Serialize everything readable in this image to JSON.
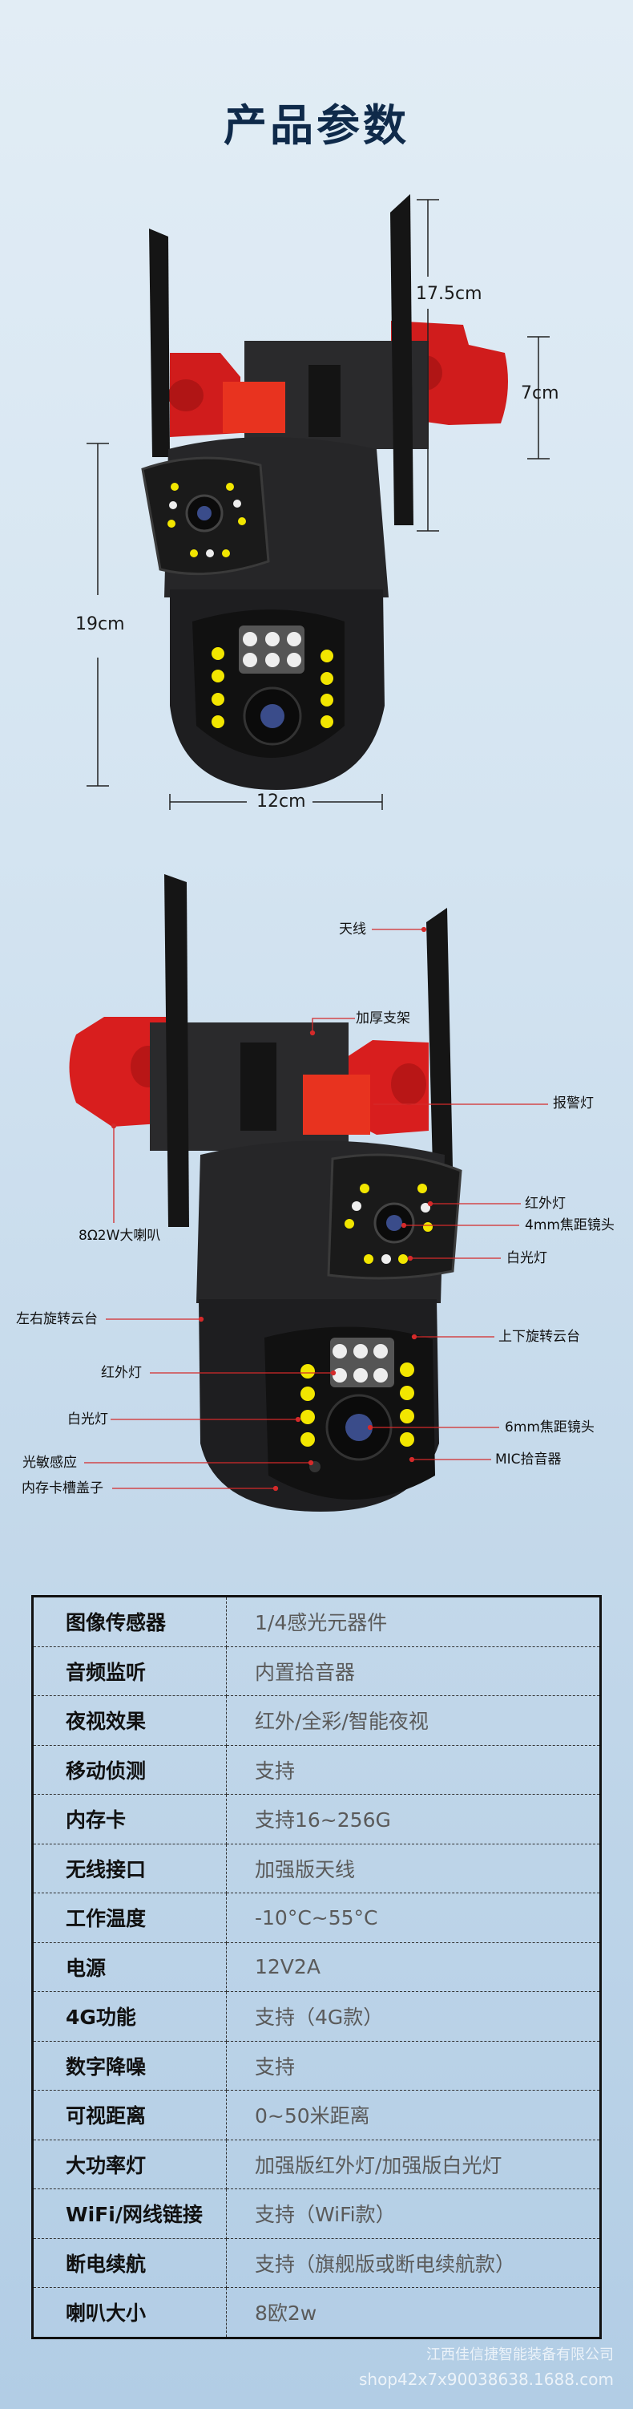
{
  "title": "产品参数",
  "dimensions": {
    "antenna_height": "17.5cm",
    "speaker_height": "7cm",
    "body_height": "19cm",
    "body_width": "12cm"
  },
  "callouts": {
    "antenna": "天线",
    "bracket": "加厚支架",
    "alarm_light": "报警灯",
    "speaker": "8Ω2W大喇叭",
    "ir_light_top": "红外灯",
    "lens_4mm": "4mm焦距镜头",
    "white_light_top": "白光灯",
    "pan_gimbal": "左右旋转云台",
    "tilt_gimbal": "上下旋转云台",
    "ir_light_bottom": "红外灯",
    "white_light_bottom": "白光灯",
    "lens_6mm": "6mm焦距镜头",
    "mic": "MIC拾音器",
    "light_sensor": "光敏感应",
    "sd_cover": "内存卡槽盖子"
  },
  "specs": [
    {
      "label": "图像传感器",
      "value": "1/4感光元器件"
    },
    {
      "label": "音频监听",
      "value": "内置拾音器"
    },
    {
      "label": "夜视效果",
      "value": "红外/全彩/智能夜视"
    },
    {
      "label": "移动侦测",
      "value": "支持"
    },
    {
      "label": "内存卡",
      "value": "支持16~256G"
    },
    {
      "label": "无线接口",
      "value": "加强版天线"
    },
    {
      "label": "工作温度",
      "value": "-10°C~55°C"
    },
    {
      "label": "电源",
      "value": "12V2A"
    },
    {
      "label": "4G功能",
      "value": "支持（4G款）"
    },
    {
      "label": "数字降噪",
      "value": "支持"
    },
    {
      "label": "可视距离",
      "value": "0~50米距离"
    },
    {
      "label": "大功率灯",
      "value": "加强版红外灯/加强版白光灯"
    },
    {
      "label": "WiFi/网线链接",
      "value": "支持（WiFi款）"
    },
    {
      "label": "断电续航",
      "value": "支持（旗舰版或断电续航款）"
    },
    {
      "label": "喇叭大小",
      "value": "8欧2w"
    }
  ],
  "watermark": {
    "company": "江西佳信捷智能装备有限公司",
    "shop": "shop42x7x90038638.1688.com"
  },
  "colors": {
    "title": "#0f2a4a",
    "callout_line": "#d42a2a",
    "camera_body": "#1c1c1e",
    "speaker_red": "#d91f1f",
    "background": "#c9dcec"
  }
}
